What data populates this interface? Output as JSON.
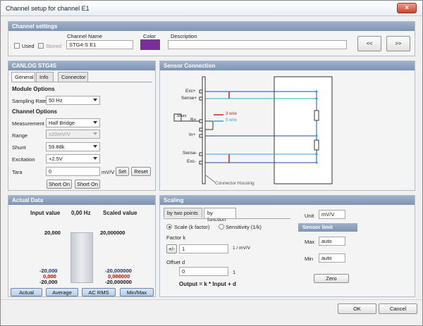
{
  "window": {
    "title": "Channel setup for channel E1",
    "close_glyph": "×"
  },
  "channel_settings": {
    "header": "Channel settings",
    "used_label": "Used",
    "stored_label": "Stored",
    "name_label": "Channel Name",
    "name_value": "STG4-S E1",
    "color_label": "Color",
    "color_value": "#7b2d9a",
    "description_label": "Description",
    "description_value": "",
    "prev_label": "<<",
    "next_label": ">>"
  },
  "canlog": {
    "header": "CANLOG STG4S",
    "tabs": [
      "General",
      "Info",
      "Connector"
    ],
    "module_options": "Module Options",
    "sampling_rate_label": "Sampling Rate",
    "sampling_rate_value": "50 Hz",
    "channel_options": "Channel Options",
    "measurement_label": "Measurement",
    "measurement_value": "Half Bridge",
    "range_label": "Range",
    "range_value": "±20mV/V",
    "shunt_label": "Shunt",
    "shunt_value": "59.88k",
    "excitation_label": "Excitation",
    "excitation_value": "+2.5V",
    "tara_label": "Tara",
    "tara_value": "0",
    "tara_unit": "mV/V",
    "set_label": "Set",
    "reset_label": "Reset",
    "short_on_1": "Short On",
    "short_on_2": "Short On"
  },
  "sensor_connection": {
    "header": "Sensor Connection",
    "pins": {
      "exc_plus": "Exc+",
      "sense_plus": "Sense+",
      "shunt": "Shunt",
      "r_plus": "R+",
      "in_plus": "In+",
      "sense_minus": "Sense-",
      "exc_minus": "Exc-"
    },
    "legend_3wire": "3 wire",
    "legend_5wire": "5 wire",
    "housing_label": "Connector Housing",
    "colors": {
      "red_wire": "#cc2222",
      "cyan_wire": "#2aa7d6",
      "blue_wire": "#1d4d9c"
    }
  },
  "actual_data": {
    "header": "Actual Data",
    "input_value_label": "Input value",
    "hz_label": "0,00 Hz",
    "scaled_value_label": "Scaled value",
    "top_left": "20,000",
    "top_right": "20,000000",
    "bottom_left": [
      "-20,000",
      "0,000",
      "-20,000"
    ],
    "bottom_right": [
      "-20,000000",
      "0,000000",
      "-20,000000"
    ],
    "buttons": [
      "Actual",
      "Average",
      "AC RMS",
      "Min/Max"
    ]
  },
  "scaling": {
    "header": "Scaling",
    "tabs": [
      "by two points",
      "by function"
    ],
    "scale_radio": "Scale (k factor)",
    "sensitivity_radio": "Sensitivity (1/k)",
    "factor_label": "Factor k",
    "sign_button": "+/-",
    "factor_value": "1",
    "factor_unit": "1 / mV/V",
    "offset_label": "Offset d",
    "offset_value": "0",
    "offset_unit": "1",
    "formula": "Output = k * Input + d",
    "unit_label": "Unit",
    "unit_value": "mV/V",
    "sensor_limit": "Sensor limit",
    "max_label": "Max",
    "max_value": "auto",
    "min_label": "Min",
    "min_value": "auto",
    "zero_label": "Zero"
  },
  "footer": {
    "ok": "OK",
    "cancel": "Cancel"
  }
}
